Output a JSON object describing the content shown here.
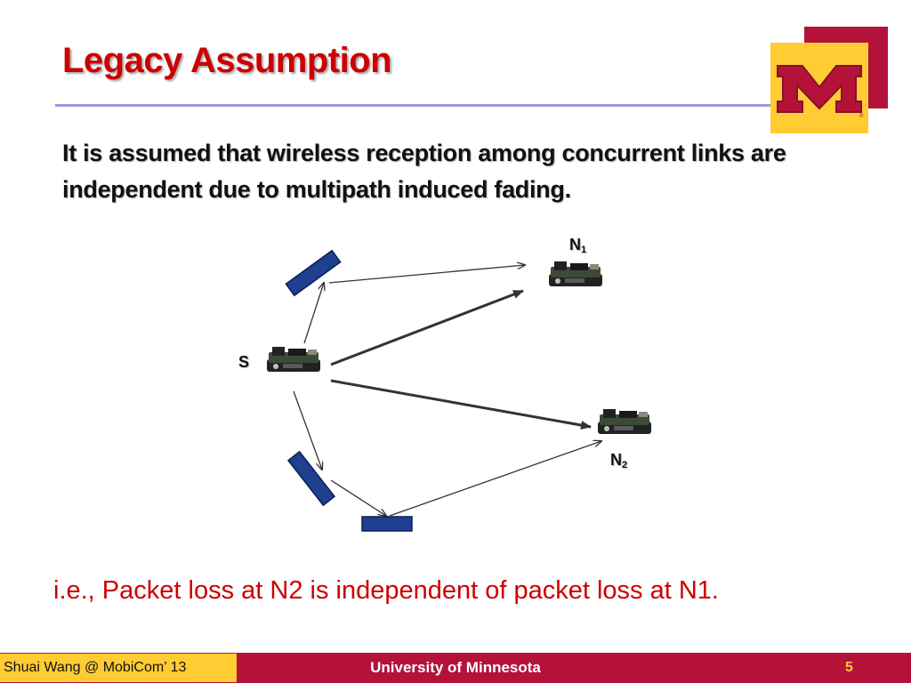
{
  "slide": {
    "title": "Legacy Assumption",
    "body": "It is assumed that wireless reception among concurrent links are independent due to multipath induced fading.",
    "conclusion": "i.e., Packet loss at N2 is independent of packet loss at N1."
  },
  "diagram": {
    "source_label": "S",
    "n1_label": "N",
    "n1_sub": "1",
    "n2_label": "N",
    "n2_sub": "2",
    "edges": [
      {
        "from": "S",
        "to": "N1",
        "kind": "direct"
      },
      {
        "from": "S",
        "to": "N2",
        "kind": "direct"
      },
      {
        "from": "S",
        "to": "reflector-top",
        "kind": "multipath"
      },
      {
        "from": "reflector-top",
        "to": "N1",
        "kind": "multipath"
      },
      {
        "from": "S",
        "to": "reflector-bottom-left",
        "kind": "multipath"
      },
      {
        "from": "reflector-bottom-left",
        "to": "reflector-bottom",
        "kind": "multipath"
      },
      {
        "from": "reflector-bottom",
        "to": "N2",
        "kind": "multipath"
      }
    ]
  },
  "footer": {
    "author": "Shuai Wang @ MobiCom’ 13",
    "institution": "University of Minnesota",
    "page": "5"
  },
  "colors": {
    "title_red": "#cc0000",
    "maroon": "#b5123a",
    "gold": "#ffcc33",
    "reflector_blue": "#1f3f8f",
    "rule": "#9999dd"
  },
  "icons": [
    "university-m-logo",
    "sensor-mote-icon",
    "reflector-icon"
  ]
}
